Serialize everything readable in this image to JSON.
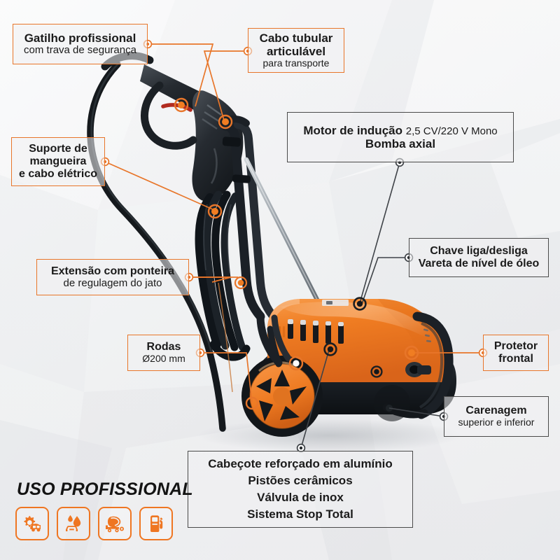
{
  "product": {
    "name": "Lavadora de alta pressão profissional",
    "body_color": "#ef7a22",
    "accent_color": "#e8762a",
    "dark_color": "#1d2127"
  },
  "callouts": [
    {
      "id": "gatilho",
      "border": "orange",
      "lines": [
        {
          "text": "Gatilho profissional",
          "style": "bold",
          "size": 17
        },
        {
          "text": "com trava de segurança",
          "style": "regular",
          "size": 15
        }
      ]
    },
    {
      "id": "cabo-tubular",
      "border": "orange",
      "lines": [
        {
          "text": "Cabo tubular",
          "style": "bold",
          "size": 17
        },
        {
          "text": "articulável",
          "style": "bold",
          "size": 17
        },
        {
          "text": "para transporte",
          "style": "regular",
          "size": 14
        }
      ]
    },
    {
      "id": "motor",
      "border": "dark",
      "lines": [
        {
          "text": "Motor de indução 2,5 CV/220 V Mono",
          "style": "mixed",
          "size": 17
        },
        {
          "text": "Bomba axial",
          "style": "bold",
          "size": 17
        }
      ],
      "motor_bold": "Motor de indução",
      "motor_regular": "2,5 CV/220 V Mono"
    },
    {
      "id": "suporte-mangueira",
      "border": "orange",
      "lines": [
        {
          "text": "Suporte de",
          "style": "bold",
          "size": 16
        },
        {
          "text": "mangueira",
          "style": "bold",
          "size": 16
        },
        {
          "text": "e cabo elétrico",
          "style": "bold",
          "size": 16
        }
      ]
    },
    {
      "id": "chave-liga-desliga",
      "border": "dark",
      "lines": [
        {
          "text": "Chave liga/desliga",
          "style": "bold",
          "size": 16
        },
        {
          "text": "Vareta de nível de óleo",
          "style": "bold",
          "size": 16
        }
      ]
    },
    {
      "id": "extensao",
      "border": "orange",
      "lines": [
        {
          "text": "Extensão com ponteira",
          "style": "bold",
          "size": 16
        },
        {
          "text": "de  regulagem do jato",
          "style": "regular",
          "size": 15
        }
      ]
    },
    {
      "id": "rodas",
      "border": "orange",
      "lines": [
        {
          "text": "Rodas",
          "style": "bold",
          "size": 16
        },
        {
          "text": "Ø200 mm",
          "style": "regular",
          "size": 14
        }
      ]
    },
    {
      "id": "protetor-frontal",
      "border": "orange",
      "lines": [
        {
          "text": "Protetor",
          "style": "bold",
          "size": 16
        },
        {
          "text": "frontal",
          "style": "bold",
          "size": 16
        }
      ]
    },
    {
      "id": "carenagem",
      "border": "dark",
      "lines": [
        {
          "text": "Carenagem",
          "style": "bold",
          "size": 16
        },
        {
          "text": "superior e inferior",
          "style": "regular",
          "size": 14
        }
      ]
    },
    {
      "id": "cabecote",
      "border": "dark",
      "lines": [
        {
          "text": "Cabeçote reforçado em alumínio",
          "style": "bold",
          "size": 17
        },
        {
          "text": "Pistões cerâmicos",
          "style": "bold",
          "size": 17
        },
        {
          "text": "Válvula de inox",
          "style": "bold",
          "size": 17
        },
        {
          "text": "Sistema Stop Total",
          "style": "bold",
          "size": 17
        }
      ]
    }
  ],
  "text": {
    "gatilho_l1": "Gatilho profissional",
    "gatilho_l2": "com trava de segurança",
    "cabo_l1": "Cabo tubular",
    "cabo_l2": "articulável",
    "cabo_l3": "para transporte",
    "motor_l1_bold": "Motor de indução",
    "motor_l1_reg": "2,5 CV/220 V Mono",
    "motor_l2": "Bomba axial",
    "suporte_l1": "Suporte de",
    "suporte_l2": "mangueira",
    "suporte_l3": "e cabo elétrico",
    "chave_l1": "Chave liga/desliga",
    "chave_l2": "Vareta de nível de óleo",
    "extensao_l1": "Extensão com ponteira",
    "extensao_l2": "de  regulagem do jato",
    "rodas_l1": "Rodas",
    "rodas_l2": "Ø200 mm",
    "protetor_l1": "Protetor",
    "protetor_l2": "frontal",
    "carenagem_l1": "Carenagem",
    "carenagem_l2": "superior e inferior",
    "cabecote_l1": "Cabeçote reforçado em alumínio",
    "cabecote_l2": "Pistões cerâmicos",
    "cabecote_l3": "Válvula de inox",
    "cabecote_l4": "Sistema Stop Total"
  },
  "footer": {
    "title": "USO PROFISSIONAL",
    "icons": [
      {
        "name": "gear-machinery-icon",
        "label": "Indústria / máquinas"
      },
      {
        "name": "car-wash-drop-icon",
        "label": "Lava-rápido"
      },
      {
        "name": "concrete-mixer-icon",
        "label": "Construção civil"
      },
      {
        "name": "fuel-pump-icon",
        "label": "Postos de combustível"
      }
    ],
    "icon_color": "#ef7622"
  }
}
